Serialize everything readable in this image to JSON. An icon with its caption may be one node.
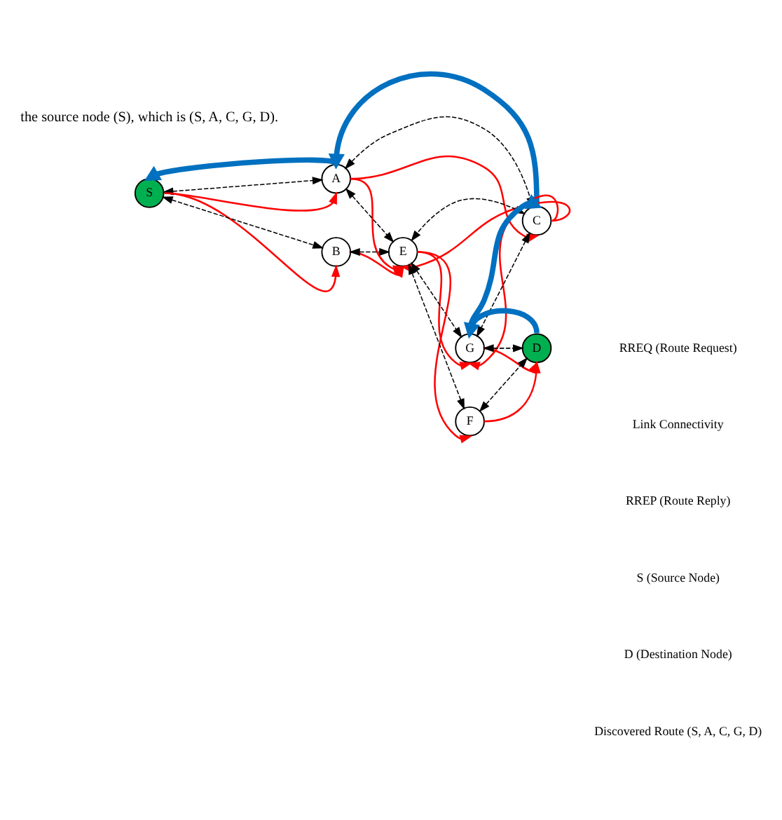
{
  "diagram": {
    "nodes": [
      {
        "text": [
          "S"
        ]
      },
      {
        "text": [
          "A"
        ]
      },
      {
        "text": [
          "B"
        ]
      },
      {
        "text": [
          "C"
        ]
      },
      {
        "text": [
          "E"
        ]
      },
      {
        "text": [
          "G"
        ]
      },
      {
        "text": [
          "F"
        ]
      },
      {
        "text": [
          "D"
        ]
      }
    ],
    "edges": [
      {
        "from": 0,
        "to": 1,
        "arrow": "to",
        "color": "#ff0000"
      },
      {
        "from": 0,
        "to": 2,
        "arrow": "to",
        "color": "#ff0000"
      },
      {
        "from": 1,
        "to": 3,
        "arrow": "to",
        "color": "#ff0000"
      },
      {
        "from": 1,
        "to": 4,
        "arrow": "to",
        "color": "#ff0000"
      },
      {
        "from": 2,
        "to": 4,
        "arrow": "to",
        "color": "#ff0000"
      },
      {
        "from": 3,
        "to": 4,
        "arrow": "to",
        "color": "#ff0000"
      },
      {
        "from": 3,
        "to": 5,
        "arrow": "to",
        "color": "#ff0000"
      },
      {
        "from": 4,
        "to": 5,
        "arrow": "to",
        "color": "#ff0000"
      },
      {
        "from": 4,
        "to": 6,
        "arrow": "to",
        "color": "#ff0000"
      },
      {
        "from": 5,
        "to": 7,
        "arrow": "to",
        "color": "#ff0000"
      },
      {
        "from": 6,
        "to": 7,
        "arrow": "to",
        "color": "#ff0000"
      },
      {
        "from": 0,
        "to": 1,
        "arrow": "both",
        "style": "dashed",
        "color": "#000000"
      },
      {
        "from": 0,
        "to": 2,
        "arrow": "both",
        "style": "dashed",
        "color": "#000000"
      },
      {
        "from": 1,
        "to": 3,
        "arrow": "both",
        "style": "dashed",
        "color": "#000000"
      },
      {
        "from": 1,
        "to": 4,
        "arrow": "both",
        "style": "dashed",
        "color": "#000000"
      },
      {
        "from": 2,
        "to": 4,
        "arrow": "both",
        "style": "dashed",
        "color": "#000000"
      },
      {
        "from": 3,
        "to": 4,
        "arrow": "both",
        "style": "dashed",
        "color": "#000000"
      },
      {
        "from": 3,
        "to": 5,
        "arrow": "both",
        "style": "dashed",
        "color": "#000000"
      },
      {
        "from": 4,
        "to": 5,
        "arrow": "both",
        "style": "dashed",
        "color": "#000000"
      },
      {
        "from": 4,
        "to": 6,
        "arrow": "both",
        "style": "dashed",
        "color": "#000000"
      },
      {
        "from": 5,
        "to": 7,
        "arrow": "both",
        "style": "dashed",
        "color": "#000000"
      },
      {
        "from": 6,
        "to": 7,
        "arrow": "both",
        "style": "dashed",
        "color": "#000000"
      },
      {
        "from": 3,
        "to": 1,
        "arrow": "to",
        "style": "thick",
        "color": "#0070c0"
      },
      {
        "from": 1,
        "to": 0,
        "arrow": "to",
        "style": "thick",
        "color": "#0070c0"
      },
      {
        "from": 5,
        "to": 3,
        "arrow": "to",
        "style": "thick",
        "color": "#0070c0"
      },
      {
        "from": 7,
        "to": 5,
        "arrow": "to",
        "style": "thick",
        "color": "#0070c0"
      }
    ],
    "labels": [
      "the source node (S), which is (S, A, C, G, D)."
    ],
    "legend": [
      {
        "text": "RREQ (Route Request)"
      },
      {
        "text": "Link Connectivity"
      },
      {
        "text": "RREP (Route Reply)"
      },
      {
        "text": "S (Source Node)"
      },
      {
        "text": "D (Destination Node)"
      },
      {
        "text": "Discovered Route (S, A, C, G, D)"
      }
    ]
  }
}
